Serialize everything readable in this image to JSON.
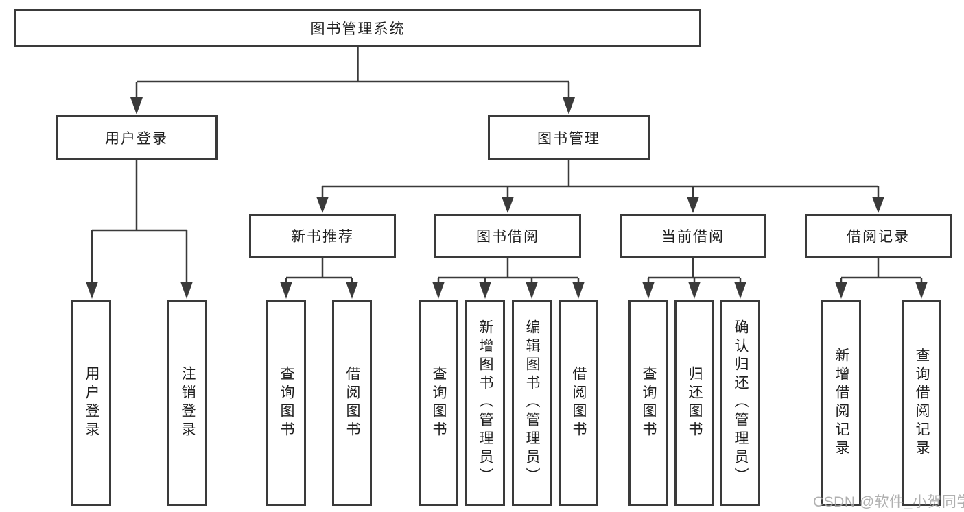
{
  "diagram": {
    "root": {
      "label": "图书管理系统"
    },
    "branches": [
      {
        "label": "用户登录",
        "children": [
          {
            "label": "用户登录"
          },
          {
            "label": "注销登录"
          }
        ]
      },
      {
        "label": "图书管理",
        "children": [
          {
            "label": "新书推荐",
            "children": [
              {
                "label": "查询图书"
              },
              {
                "label": "借阅图书"
              }
            ]
          },
          {
            "label": "图书借阅",
            "children": [
              {
                "label": "查询图书"
              },
              {
                "label": "新增图书（管理员）"
              },
              {
                "label": "编辑图书（管理员）"
              },
              {
                "label": "借阅图书"
              }
            ]
          },
          {
            "label": "当前借阅",
            "children": [
              {
                "label": "查询图书"
              },
              {
                "label": "归还图书"
              },
              {
                "label": "确认归还（管理员）"
              }
            ]
          },
          {
            "label": "借阅记录",
            "children": [
              {
                "label": "新增借阅记录"
              },
              {
                "label": "查询借阅记录"
              }
            ]
          }
        ]
      }
    ]
  },
  "watermark": {
    "text": "CSDN @软件_小贺同学"
  },
  "colors": {
    "line": "#3a3a3a",
    "box_border": "#3a3a3a",
    "text": "#1f1f1f",
    "background": "#ffffff",
    "watermark": "#a6a6a6"
  }
}
